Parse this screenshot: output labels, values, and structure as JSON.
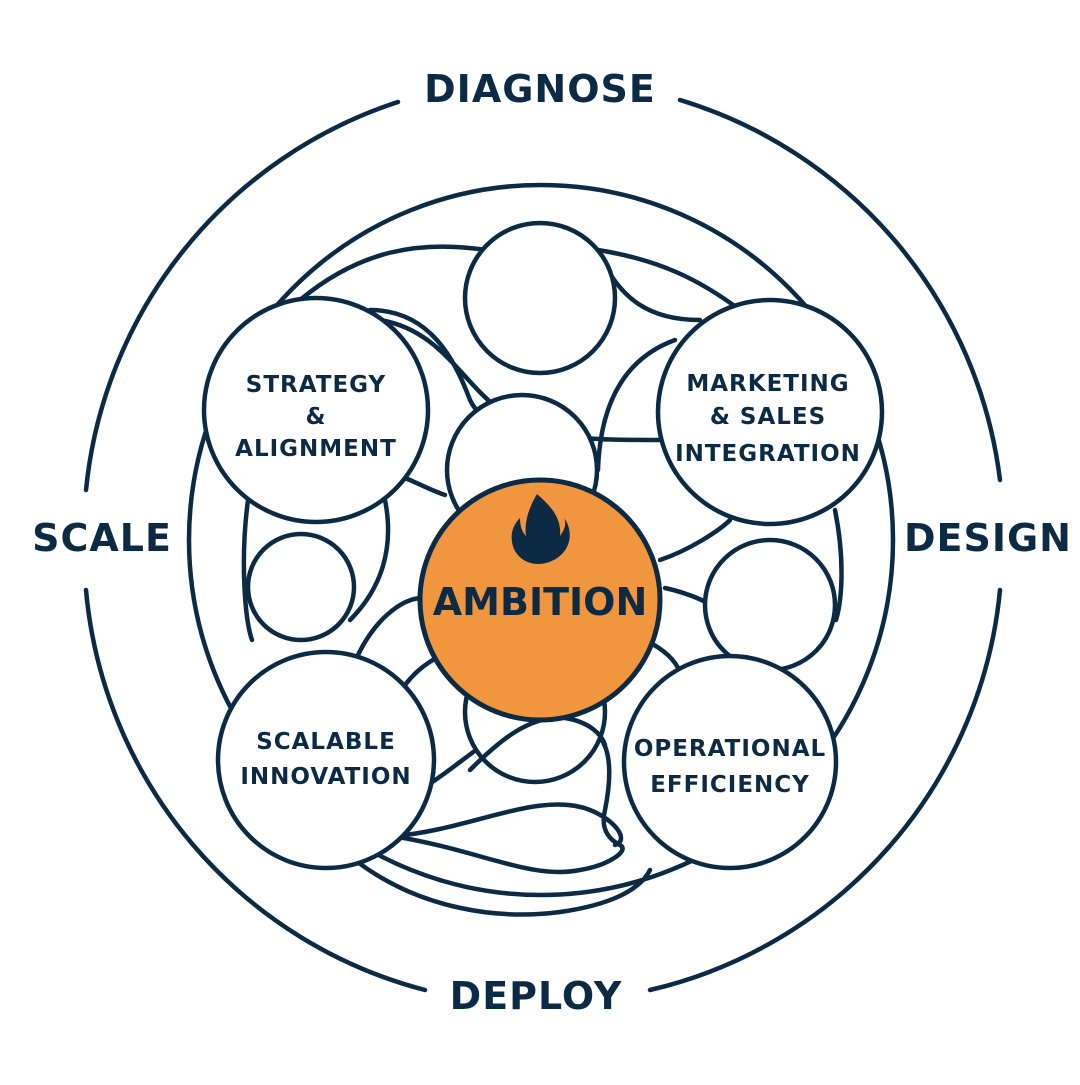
{
  "diagram": {
    "colors": {
      "ink": "#0d2a44",
      "core_fill": "#F0963F",
      "background": "#ffffff"
    },
    "phases": {
      "top": "DIAGNOSE",
      "right": "DESIGN",
      "bottom": "DEPLOY",
      "left": "SCALE"
    },
    "core": {
      "icon": "flame-icon",
      "label": "AMBITION"
    },
    "nodes": {
      "strategy": {
        "lines": [
          "STRATEGY",
          "&",
          "ALIGNMENT"
        ]
      },
      "marketing": {
        "lines": [
          "MARKETING",
          "& SALES",
          "INTEGRATION"
        ]
      },
      "scalable": {
        "lines": [
          "SCALABLE",
          "INNOVATION"
        ]
      },
      "operational": {
        "lines": [
          "OPERATIONAL",
          "EFFICIENCY"
        ]
      }
    }
  }
}
